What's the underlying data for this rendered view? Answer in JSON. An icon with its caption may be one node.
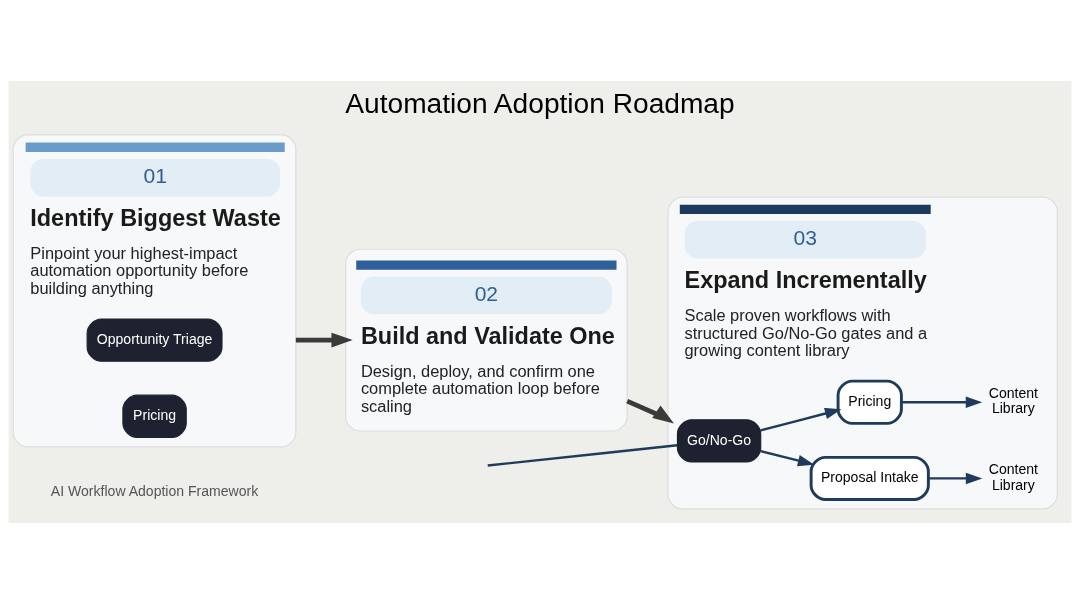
{
  "diagram": {
    "title": "Automation Adoption Roadmap",
    "nodes": [
      {
        "text": [
          "01",
          "Identify Biggest Waste",
          "Pinpoint your highest-impact automation opportunity before building anything"
        ]
      },
      {
        "text": [
          "Opportunity Triage"
        ],
        "in": 0
      },
      {
        "text": [
          "Pricing"
        ],
        "in": 0
      },
      {
        "text": [
          "02",
          "Build and Validate One",
          "Design, deploy, and confirm one complete automation loop before scaling"
        ]
      },
      {
        "text": [
          "03",
          "Expand Incrementally",
          "Scale proven workflows with structured Go/No-Go gates and a growing content library"
        ]
      },
      {
        "text": [
          "Go/No-Go"
        ],
        "in": 4
      },
      {
        "text": [
          "Proposal Intake"
        ],
        "in": 4
      },
      {
        "text": [
          "Content Library"
        ],
        "in": 4
      },
      {
        "text": [
          "Pricing"
        ],
        "in": 4
      },
      {
        "text": [
          "Content Library"
        ],
        "in": 4
      }
    ],
    "edges": [
      {
        "from": 0,
        "to": 3,
        "arrow": "to",
        "style": "thick"
      },
      {
        "from": 3,
        "to": 4,
        "arrow": "to",
        "style": "thick"
      },
      {
        "from": null,
        "to": 5,
        "arrow": "none"
      },
      {
        "from": 5,
        "to": 6,
        "arrow": "to"
      },
      {
        "from": 5,
        "to": 8,
        "arrow": "to"
      },
      {
        "from": 6,
        "to": 7,
        "arrow": "to"
      },
      {
        "from": 8,
        "to": 9,
        "arrow": "to"
      }
    ],
    "labels": [
      "AI Workflow Adoption Framework"
    ]
  }
}
